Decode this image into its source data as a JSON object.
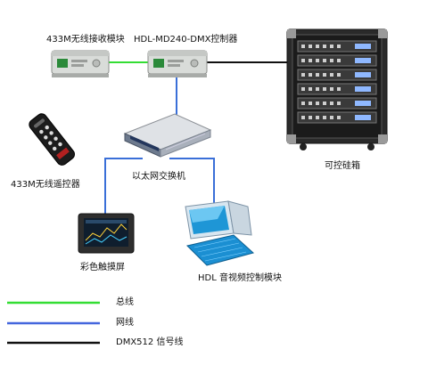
{
  "devices": {
    "receiver": {
      "label": "433M无线接收模块"
    },
    "controller": {
      "label": "HDL-MD240-DMX控制器"
    },
    "cabinet": {
      "label": "可控硅箱"
    },
    "remote": {
      "label": "433M无线遥控器"
    },
    "switch": {
      "label": "以太网交换机"
    },
    "touchscreen": {
      "label": "彩色触摸屏"
    },
    "av_module": {
      "label": "HDL 音视频控制模块"
    }
  },
  "legend": [
    {
      "label": "总线",
      "color": "#33dd33"
    },
    {
      "label": "网线",
      "color": "#4466dd"
    },
    {
      "label": "DMX512 信号线",
      "color": "#111111"
    }
  ],
  "colors": {
    "bus": "#33dd33",
    "network": "#3a6fd8",
    "dmx": "#111111"
  }
}
